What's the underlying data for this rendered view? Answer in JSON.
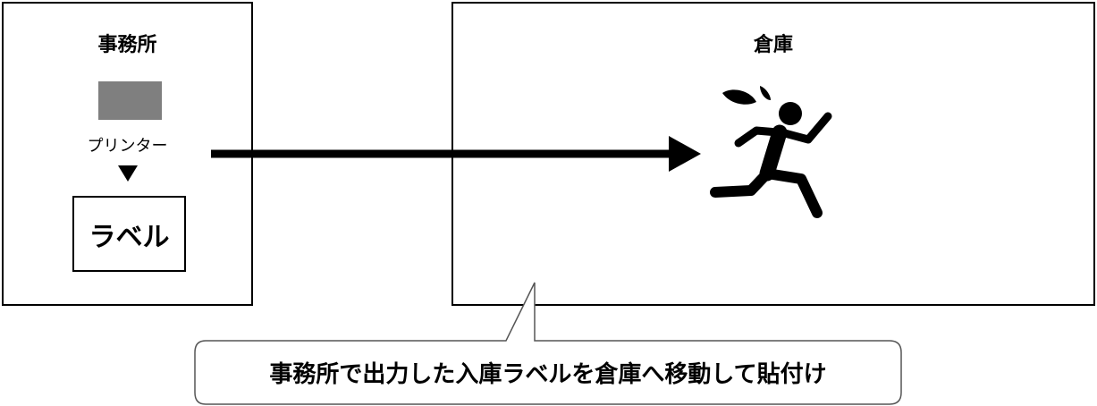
{
  "office": {
    "title": "事務所",
    "printer_label": "プリンター",
    "label_box_text": "ラベル"
  },
  "warehouse": {
    "title": "倉庫",
    "person_icon": "running-person-icon"
  },
  "caption": {
    "text": "事務所で出力した入庫ラベルを倉庫へ移動して貼付け"
  },
  "colors": {
    "printer": "#7f7f7f",
    "stroke": "#000000",
    "background": "#ffffff"
  }
}
